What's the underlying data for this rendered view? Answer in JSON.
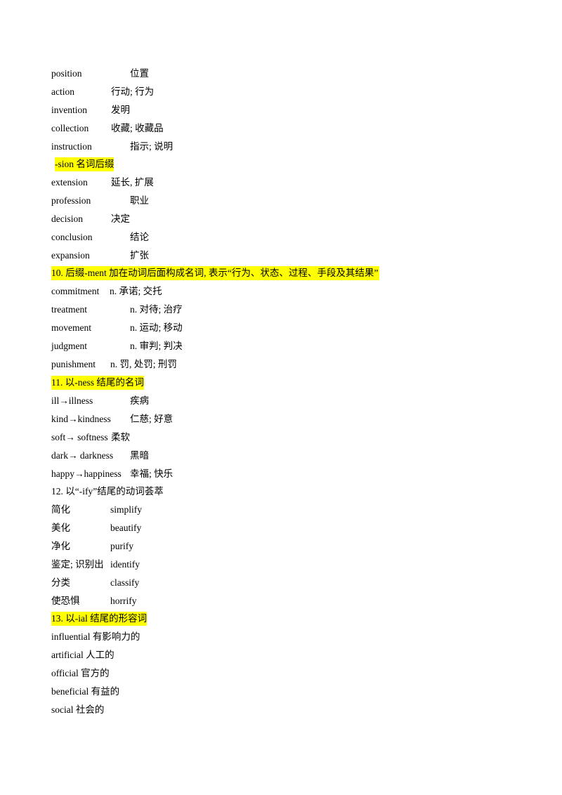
{
  "rows_a": [
    {
      "en": "position",
      "cn": "位置"
    },
    {
      "en": "action",
      "cn": "行动; 行为"
    },
    {
      "en": "invention",
      "cn": "发明"
    },
    {
      "en": "collection",
      "cn": "收藏; 收藏品"
    },
    {
      "en": "instruction",
      "cn": "指示; 说明"
    }
  ],
  "heading_sion": "-sion 名词后缀",
  "rows_b": [
    {
      "en": "extension",
      "cn": "延长, 扩展"
    },
    {
      "en": "profession",
      "cn": "职业"
    },
    {
      "en": "decision",
      "cn": "决定"
    },
    {
      "en": "conclusion",
      "cn": "结论"
    },
    {
      "en": "expansion",
      "cn": "扩张"
    }
  ],
  "heading_10": "10. 后缀-ment 加在动词后面构成名词, 表示“行为、状态、过程、手段及其结果”",
  "rows_c": [
    {
      "en": "commitment",
      "cn": "n. 承诺; 交托"
    },
    {
      "en": "treatment",
      "cn": "n. 对待; 治疗"
    },
    {
      "en": "movement",
      "cn": "n. 运动; 移动"
    },
    {
      "en": "judgment",
      "cn": "n. 审判; 判决"
    },
    {
      "en": "punishment",
      "cn": "n. 罚, 处罚; 刑罚"
    }
  ],
  "heading_11": "11. 以-ness 结尾的名词",
  "rows_d": [
    {
      "en": "ill→illness",
      "cn": "疾病"
    },
    {
      "en": "kind→kindness",
      "cn": "仁慈; 好意"
    },
    {
      "en": "soft→ softness",
      "cn": "柔软"
    },
    {
      "en": "dark→ darkness",
      "cn": "黑暗"
    },
    {
      "en": "happy→happiness",
      "cn": "幸福; 快乐"
    }
  ],
  "heading_12": "12. 以“-ify”结尾的动词荟萃",
  "rows_e": [
    {
      "cn": "简化",
      "en": "simplify"
    },
    {
      "cn": "美化",
      "en": "beautify"
    },
    {
      "cn": "净化",
      "en": "purify"
    },
    {
      "cn": "鉴定; 识别出",
      "en": "identify"
    },
    {
      "cn": "分类",
      "en": "classify"
    },
    {
      "cn": "使恐惧",
      "en": "horrify"
    }
  ],
  "heading_13": "13. 以-ial 结尾的形容词",
  "rows_f": [
    "influential 有影响力的",
    "artificial 人工的",
    "official 官方的",
    "beneficial 有益的",
    "social 社会的"
  ]
}
